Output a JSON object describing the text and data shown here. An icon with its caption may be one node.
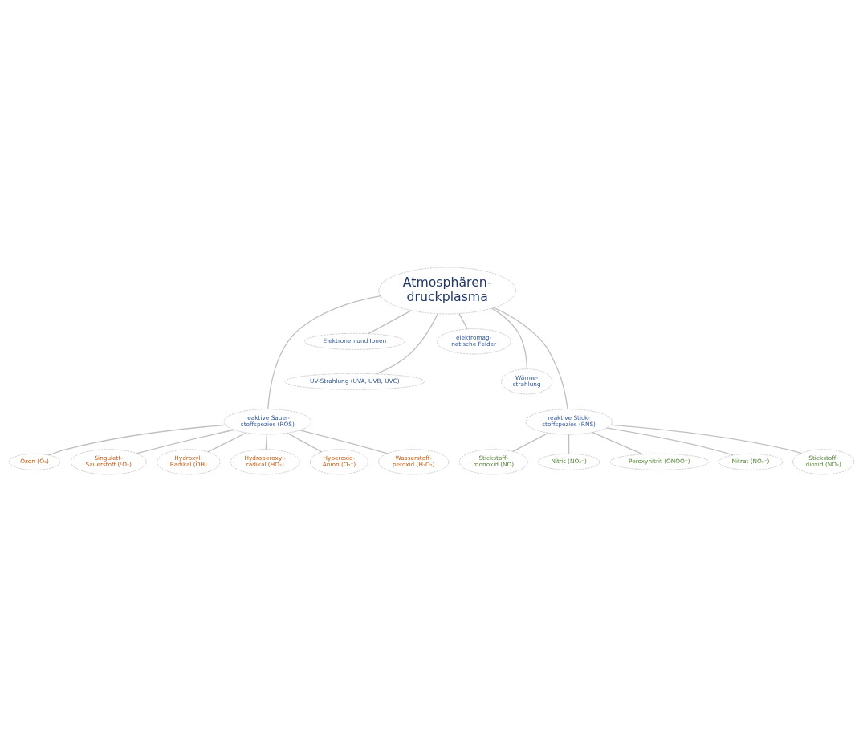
{
  "diagram": {
    "nodes": [
      {
        "text": [
          "Atmosphären- druckplasma"
        ]
      },
      {
        "text": [
          "Elektronen und Ionen"
        ]
      },
      {
        "text": [
          "elektromag- netische Felder"
        ]
      },
      {
        "text": [
          "UV-Strahlung (UVA, UVB, UVC)"
        ]
      },
      {
        "text": [
          "Wärme- strahlung"
        ]
      },
      {
        "text": [
          "reaktive Sauer- stoffspezies (ROS)"
        ]
      },
      {
        "text": [
          "reaktive Stick- stoffspezies (RNS)"
        ]
      },
      {
        "text": [
          "Singulett- Sauerstoff (¹O₂)"
        ]
      },
      {
        "text": [
          "Hydroxyl- Radikal (OH)"
        ]
      },
      {
        "text": [
          "Hydroperoxyl- radikal (HO₂)"
        ]
      },
      {
        "text": [
          "Hyperoxid- Anion (O₂⁻)"
        ]
      },
      {
        "text": [
          "Wasserstoff- peroxid (H₂O₂)"
        ]
      },
      {
        "text": [
          "Ozon (O₃)"
        ]
      },
      {
        "text": [
          "Stickstoff- dioxid (NO₂)"
        ]
      },
      {
        "text": [
          "Stickstoff- monoxid (NO)"
        ]
      },
      {
        "text": [
          "Nitrit (NO₂⁻)"
        ]
      },
      {
        "text": [
          "Peroxynitrit (ONOO⁻)"
        ]
      },
      {
        "text": [
          "Nitrat (NO₃⁻)"
        ]
      }
    ],
    "edges": [
      {
        "from": 0,
        "to": 1,
        "arrow": "none"
      },
      {
        "from": 0,
        "to": 3,
        "arrow": "none"
      },
      {
        "from": 0,
        "to": 4,
        "arrow": "none"
      },
      {
        "from": 0,
        "to": 2,
        "arrow": "none"
      },
      {
        "from": 0,
        "to": 5,
        "arrow": "none"
      },
      {
        "from": 0,
        "to": 6,
        "arrow": "none"
      },
      {
        "from": 5,
        "to": 7,
        "arrow": "none"
      },
      {
        "from": 5,
        "to": 8,
        "arrow": "none"
      },
      {
        "from": 5,
        "to": 9,
        "arrow": "none"
      },
      {
        "from": 5,
        "to": 10,
        "arrow": "none"
      },
      {
        "from": 5,
        "to": 11,
        "arrow": "none"
      },
      {
        "from": 5,
        "to": 12,
        "arrow": "none"
      },
      {
        "from": 6,
        "to": 13,
        "arrow": "none"
      },
      {
        "from": 6,
        "to": 14,
        "arrow": "none"
      },
      {
        "from": 6,
        "to": 15,
        "arrow": "none"
      },
      {
        "from": 6,
        "to": 16,
        "arrow": "none"
      },
      {
        "from": 6,
        "to": 17,
        "arrow": "none"
      }
    ]
  }
}
